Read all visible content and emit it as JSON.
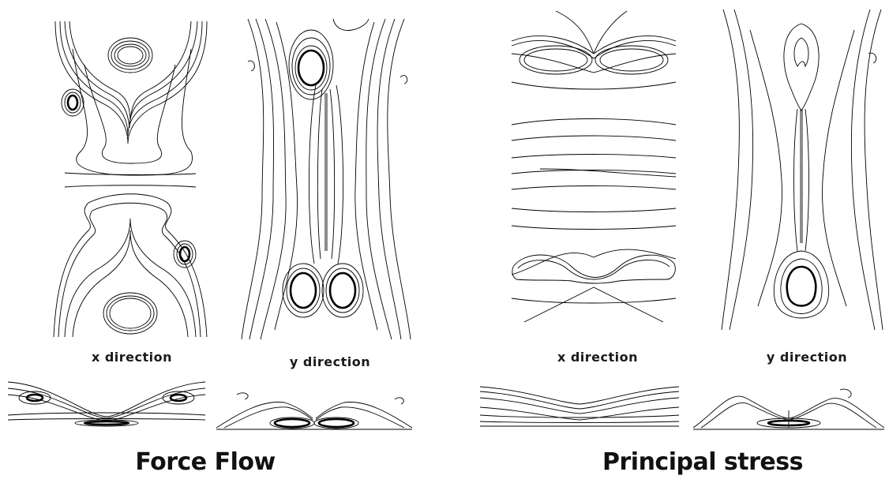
{
  "groups": [
    {
      "title": "Force Flow",
      "panels": [
        {
          "label": "x direction"
        },
        {
          "label": "y direction"
        }
      ]
    },
    {
      "title": "Principal stress",
      "panels": [
        {
          "label": "x direction"
        },
        {
          "label": "y direction"
        }
      ]
    }
  ],
  "colors": {
    "stroke": "#000000",
    "background": "#ffffff"
  }
}
